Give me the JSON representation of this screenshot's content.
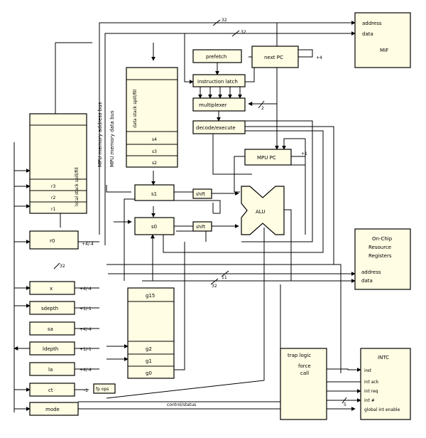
{
  "labels": {
    "mif": "MIF",
    "mif_address": "address",
    "mif_data": "data",
    "next_pc": "next PC",
    "plus4_top": "+4",
    "prefetch": "prefetch",
    "instruction_latch": "instruction latch",
    "multiplexer": "multiplexer",
    "decode_execute": "decode/execute",
    "mpu_pc": "MPU PC",
    "plus1": "+1",
    "alu": "ALU",
    "shift1": "shift",
    "shift0": "shift",
    "s4": "s4",
    "s3": "s3",
    "s2": "s2",
    "s1": "s1",
    "s0": "s0",
    "r3": "r3",
    "r2": "r2",
    "r1": "r1",
    "r0": "r0",
    "x": "x",
    "sdepth": "sdepth",
    "sa": "sa",
    "ldepth": "ldepth",
    "la": "la",
    "ct": "ct",
    "mode": "mode",
    "g15": "g15",
    "g2": "g2",
    "g1": "g1",
    "g0": "g0",
    "data_stack_caption": "data stack spill/fill",
    "local_stack_caption": "local stack spill/fill",
    "mpu_data_bus": "MPU memory data bus",
    "mpu_addr_bus": "MPU memory address bus",
    "on_chip_resource": [
      "On-Chip",
      "Resource",
      "Registers"
    ],
    "ocr_address": "address",
    "ocr_data": "data",
    "trap_logic": "trap logic",
    "force_call": [
      "force",
      "call"
    ],
    "intc": "INTC",
    "intc_signals": [
      "iret",
      "int ack",
      "int req",
      "int #",
      "global int enable"
    ],
    "control_status": "control/status",
    "fp_ops": "fp ops",
    "minus1": "-1",
    "inc_r0": "+4/-4",
    "inc_x": "+4/-4",
    "inc_sdepth": "+1/-1",
    "inc_sa": "+4/-4",
    "inc_ldepth": "+1/-1",
    "inc_la": "+4/-4",
    "w32_a": "32",
    "w32_b": "32",
    "w32_c": "32",
    "w32_d": "32",
    "w11": "11",
    "w2": "2",
    "w5": "5"
  }
}
